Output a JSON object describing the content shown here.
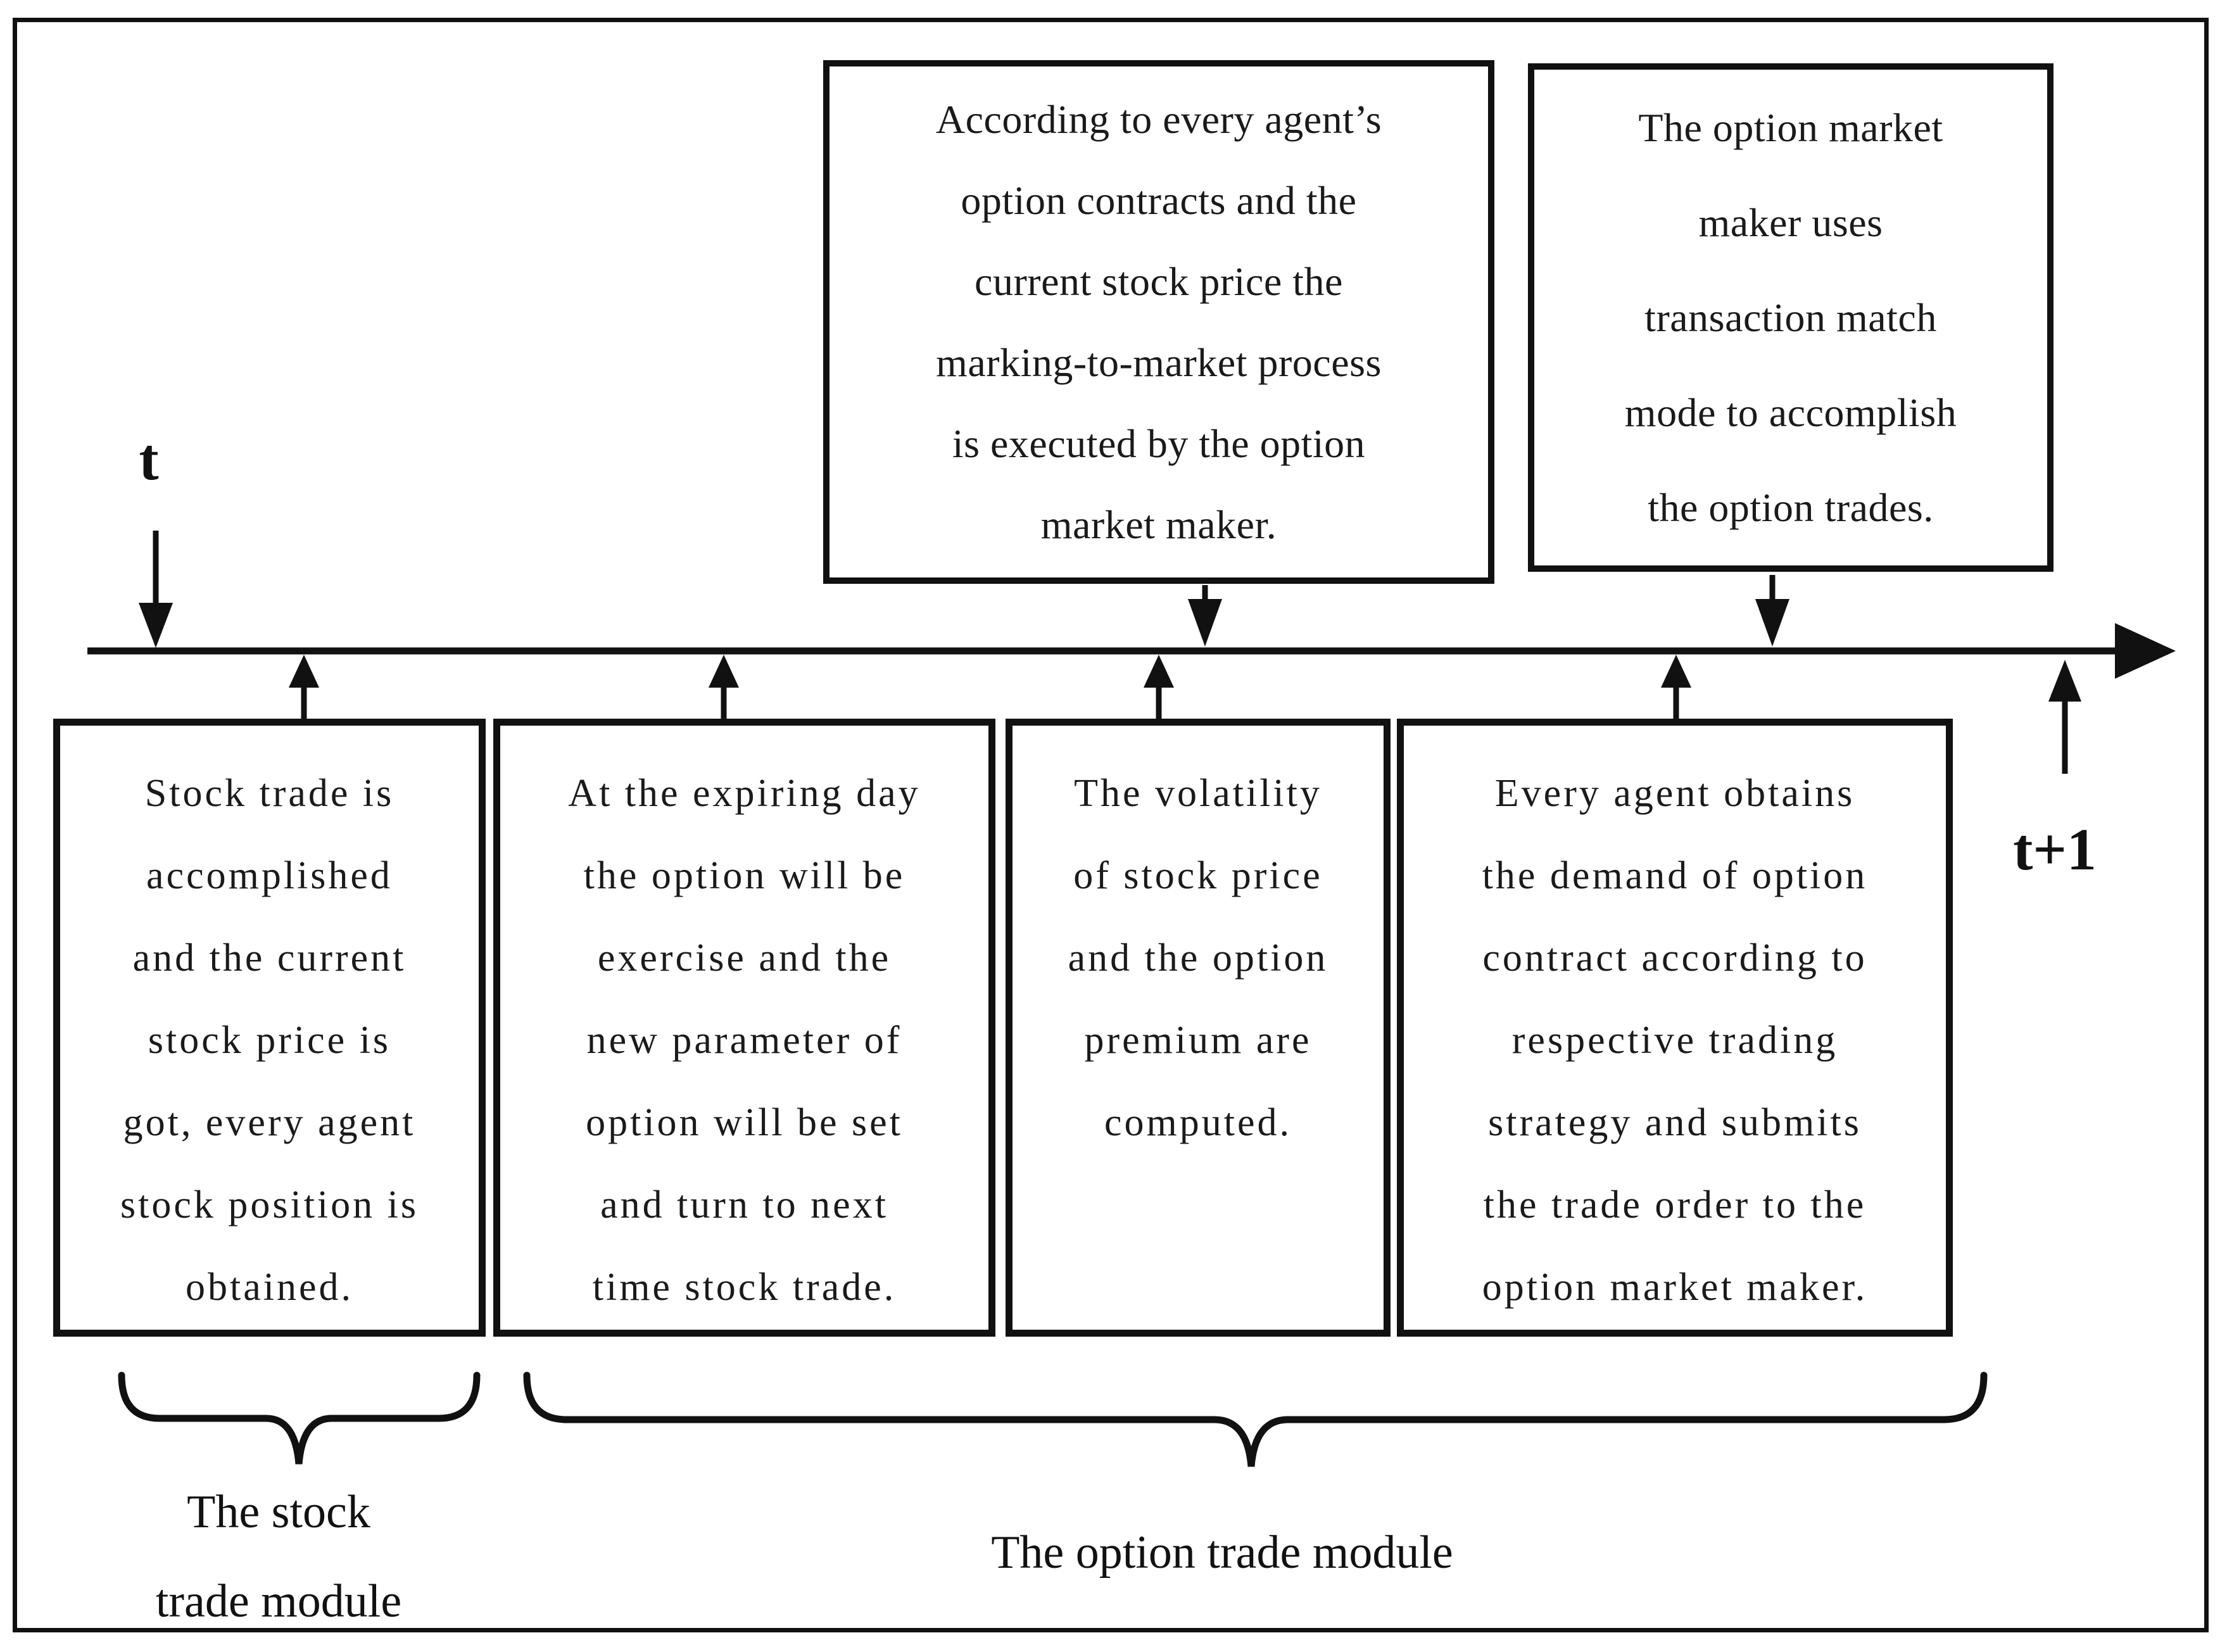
{
  "timeline": {
    "start_label": "t",
    "end_label": "t+1"
  },
  "top_boxes": [
    {
      "name": "marking-to-market",
      "text": "According to every agent’s\noption contracts and the\ncurrent stock price the\nmarking-to-market process\nis executed by the option\nmarket maker."
    },
    {
      "name": "transaction-match",
      "text": "The option market\nmaker uses\ntransaction match\nmode to accomplish\nthe option trades."
    }
  ],
  "bottom_boxes": [
    {
      "name": "stock-trade",
      "text": "Stock trade is\naccomplished\nand the current\nstock price is\ngot, every agent\nstock position is\nobtained."
    },
    {
      "name": "option-expiry",
      "text": "At the expiring day\nthe option will be\nexercise and the\nnew parameter of\noption will be set\nand turn to next\ntime stock trade."
    },
    {
      "name": "volatility-premium",
      "text": "The volatility\nof stock price\nand the option\npremium are\ncomputed."
    },
    {
      "name": "agent-demand",
      "text": "Every agent obtains\nthe demand of option\ncontract according to\nrespective trading\nstrategy and submits\nthe trade order to the\noption market maker."
    }
  ],
  "modules": [
    {
      "label": "The stock\ntrade module"
    },
    {
      "label": "The option trade module"
    }
  ],
  "colors": {
    "ink": "#111111",
    "background": "#ffffff"
  }
}
